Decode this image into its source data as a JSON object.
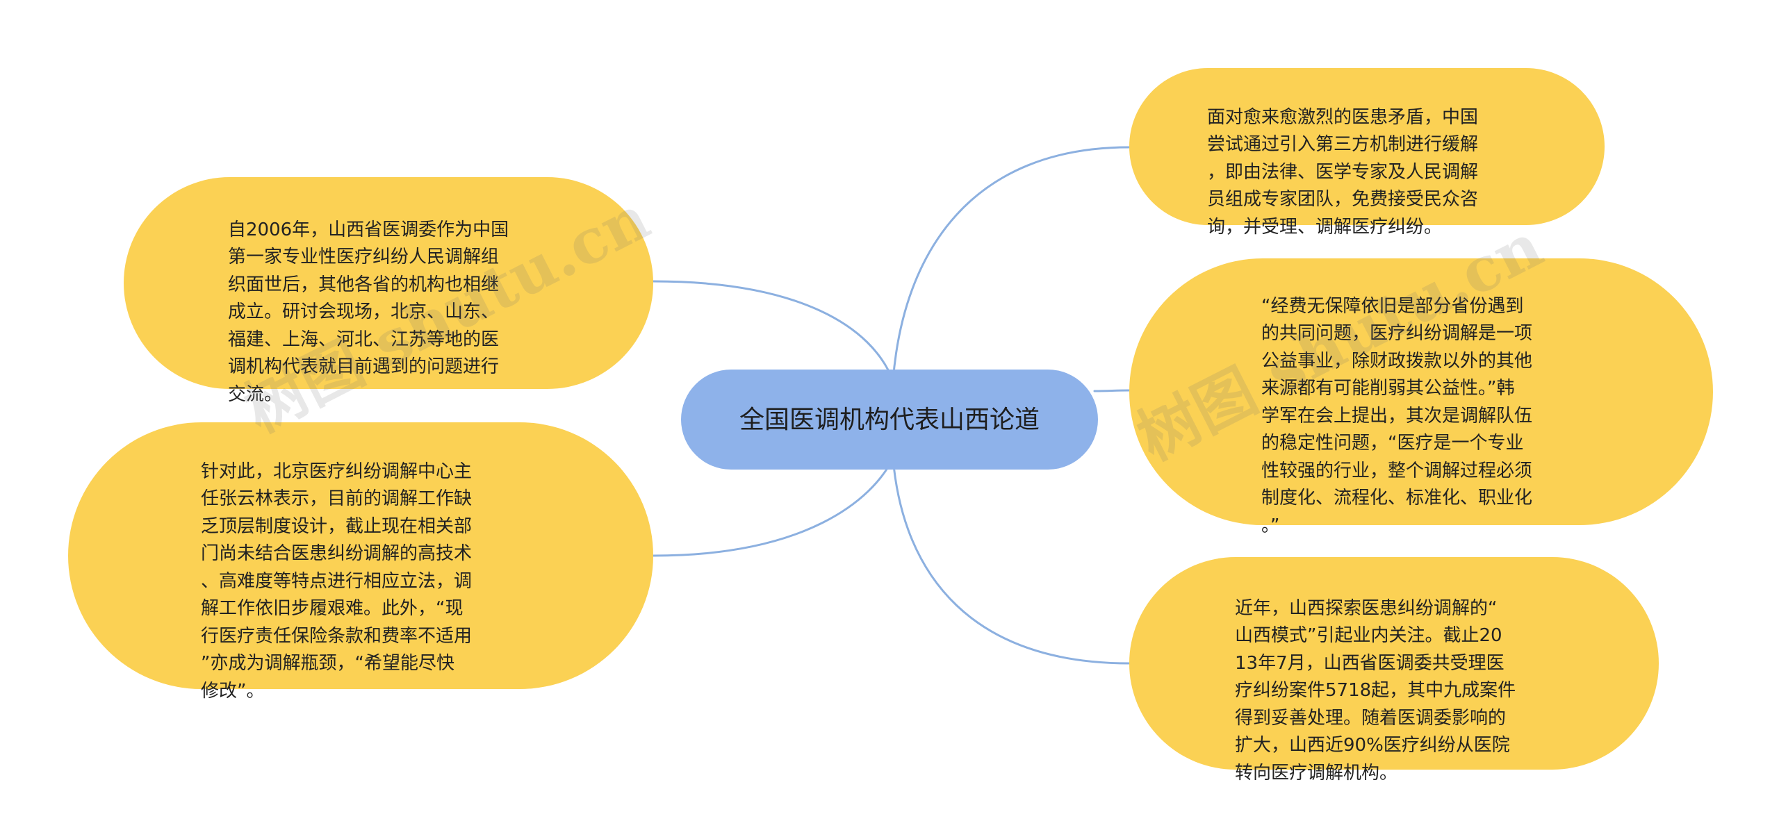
{
  "center": {
    "title": "全国医调机构代表山西论道"
  },
  "branches": [
    {
      "text": "自2006年，山西省医调委作为中国\n第一家专业性医疗纠纷人民调解组\n织面世后，其他各省的机构也相继\n成立。研讨会现场，北京、山东、\n福建、上海、河北、江苏等地的医\n调机构代表就目前遇到的问题进行\n交流。"
    },
    {
      "text": "针对此，北京医疗纠纷调解中心主\n任张云林表示，目前的调解工作缺\n乏顶层制度设计，截止现在相关部\n门尚未结合医患纠纷调解的高技术\n、高难度等特点进行相应立法，调\n解工作依旧步履艰难。此外，“现\n行医疗责任保险条款和费率不适用\n”亦成为调解瓶颈，“希望能尽快\n修改”。"
    },
    {
      "text": "面对愈来愈激烈的医患矛盾，中国\n尝试通过引入第三方机制进行缓解\n，即由法律、医学专家及人民调解\n员组成专家团队，免费接受民众咨\n询，并受理、调解医疗纠纷。"
    },
    {
      "text": "“经费无保障依旧是部分省份遇到\n的共同问题，医疗纠纷调解是一项\n公益事业，除财政拨款以外的其他\n来源都有可能削弱其公益性。”韩\n学军在会上提出，其次是调解队伍\n的稳定性问题，“医疗是一个专业\n性较强的行业，整个调解过程必须\n制度化、流程化、标准化、职业化\n。”"
    },
    {
      "text": "近年，山西探索医患纠纷调解的“\n山西模式”引起业内关注。截止20\n13年7月，山西省医调委共受理医\n疗纠纷案件5718起，其中九成案件\n得到妥善处理。随着医调委影响的\n扩大，山西近90%医疗纠纷从医院\n转向医疗调解机构。"
    }
  ],
  "watermark": {
    "text": "树图 shutu.cn"
  },
  "colors": {
    "center_fill": "#8eb2ea",
    "branch_fill": "#fbd154",
    "link": "#8cb0e0"
  }
}
